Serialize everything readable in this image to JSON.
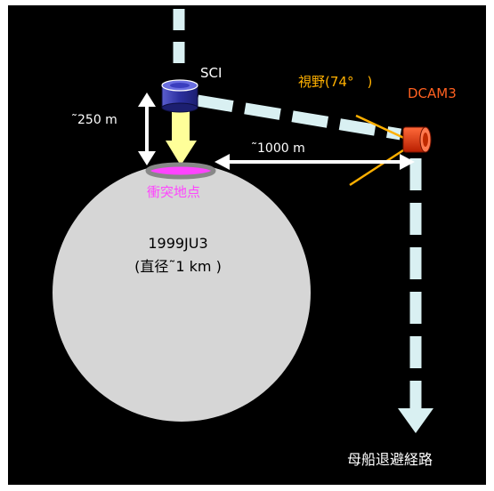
{
  "diagram": {
    "sci_label": "SCI",
    "fov_label": "視野(74°　)",
    "dcam_label": "DCAM3",
    "alt_label": "˜250 m",
    "dist_label": "˜1000 m",
    "impact_label": "衝突地点",
    "asteroid_name": "1999JU3",
    "asteroid_size": "(直径˜1 km )",
    "retreat_label": "母船退避経路"
  },
  "colors": {
    "background": "#000000",
    "frame": "#ffffff",
    "asteroid": "#d6d6d6",
    "path": "#d9f0f2",
    "sci_body": "#2b2f9e",
    "sci_yellow": "#ffff99",
    "fov_line": "#ffb000",
    "dcam_red": "#e8300a",
    "impact_pink": "#ff44ff",
    "impact_ring": "#888888",
    "arrow_white": "#ffffff",
    "fov_text": "#ffb000",
    "dcam_text": "#ff6020",
    "impact_text": "#ff44ff"
  }
}
